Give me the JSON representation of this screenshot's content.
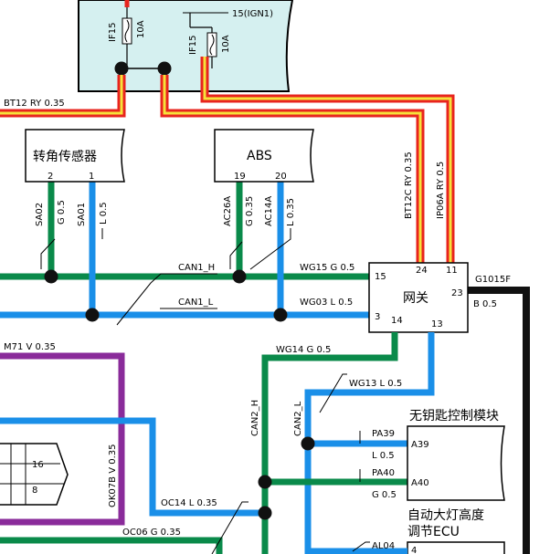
{
  "colors": {
    "green": "#0a8a4a",
    "blue": "#1a8fe8",
    "purple": "#8a2b9a",
    "red": "#e8241e",
    "yellow": "#f6e23a",
    "black": "#111111",
    "fusebox_fill": "#d5f0f0"
  },
  "fusebox": {
    "ign_label": "15(IGN1)",
    "fuse1": "IF15",
    "fuse1_rating": "10A",
    "fuse2": "IF15",
    "fuse2_rating": "10A"
  },
  "wires": {
    "bt12": "BT12 RY 0.35",
    "bt12c": "BT12C RY 0.35",
    "ip06a": "IP06A RY 0.5",
    "can1h": "CAN1_H",
    "can1l": "CAN1_L",
    "wg15": "WG15 G 0.5",
    "wg03": "WG03 L 0.5",
    "wg14": "WG14 G 0.5",
    "wg13": "WG13 L 0.5",
    "can2h": "CAN2_H",
    "can2l": "CAN2_L",
    "m71": "M71 V 0.35",
    "ok07b": "OK07B V 0.35",
    "oc14": "OC14 L 0.35",
    "oc06": "OC06 G 0.35",
    "g1015f": "G1015F",
    "b05": "B 0.5",
    "pa39": "PA39",
    "pa39_spec": "L 0.5",
    "pa40": "PA40",
    "pa40_spec": "G 0.5",
    "al04": "AL04"
  },
  "components": {
    "steering": {
      "title": "转角传感器",
      "pin2": "2",
      "pin1": "1",
      "w2_name": "SA02",
      "w2_spec": "G 0.5",
      "w1_name": "SA01",
      "w1_spec": "L 0.5"
    },
    "abs": {
      "title": "ABS",
      "pin19": "19",
      "pin20": "20",
      "w19_name": "AC26A",
      "w19_spec": "G 0.35",
      "w20_name": "AC14A",
      "w20_spec": "L 0.35"
    },
    "gateway": {
      "title": "网关",
      "pin24": "24",
      "pin11": "11",
      "pin15": "15",
      "pin23": "23",
      "pin3": "3",
      "pin14": "14",
      "pin13": "13"
    },
    "keyless": {
      "title": "无钥匙控制模块",
      "pin_a39": "A39",
      "pin_a40": "A40"
    },
    "headlamp": {
      "title_line1": "自动大灯高度",
      "title_line2": "调节ECU",
      "pin4": "4"
    },
    "obd": {
      "pin16": "16",
      "pin8": "8"
    }
  }
}
